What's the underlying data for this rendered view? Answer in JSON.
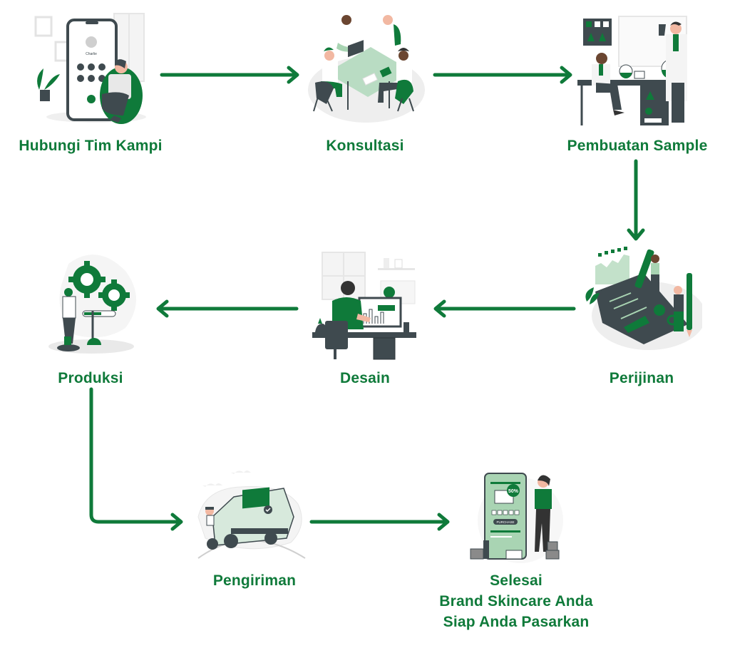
{
  "colors": {
    "accent": "#0f7a3a",
    "dark": "#3f4a4f",
    "light_green": "#a9d4b3",
    "pale": "#eeeeee"
  },
  "steps": [
    {
      "id": "hubungi",
      "label": "Hubungi Tim Kampi",
      "illustration": "phone-call-illustration"
    },
    {
      "id": "konsultasi",
      "label": "Konsultasi",
      "illustration": "meeting-illustration"
    },
    {
      "id": "sample",
      "label": "Pembuatan Sample",
      "illustration": "laboratory-illustration"
    },
    {
      "id": "perijinan",
      "label": "Perijinan",
      "illustration": "business-plan-illustration"
    },
    {
      "id": "desain",
      "label": "Desain",
      "illustration": "designer-desk-illustration"
    },
    {
      "id": "produksi",
      "label": "Produksi",
      "illustration": "gears-production-illustration"
    },
    {
      "id": "pengiriman",
      "label": "Pengiriman",
      "illustration": "delivery-van-illustration"
    },
    {
      "id": "selesai",
      "label_lines": [
        "Selesai",
        "Brand Skincare Anda",
        "Siap Anda Pasarkan"
      ],
      "illustration": "online-shop-illustration"
    }
  ],
  "illustration_text": {
    "caller_name": "Charlie",
    "discount": "50%",
    "purchase_button": "PURCHASE"
  },
  "flow": [
    {
      "from": "hubungi",
      "to": "konsultasi",
      "direction": "right"
    },
    {
      "from": "konsultasi",
      "to": "sample",
      "direction": "right"
    },
    {
      "from": "sample",
      "to": "perijinan",
      "direction": "down"
    },
    {
      "from": "perijinan",
      "to": "desain",
      "direction": "left"
    },
    {
      "from": "desain",
      "to": "produksi",
      "direction": "left"
    },
    {
      "from": "produksi",
      "to": "pengiriman",
      "direction": "down-right"
    },
    {
      "from": "pengiriman",
      "to": "selesai",
      "direction": "right"
    }
  ]
}
